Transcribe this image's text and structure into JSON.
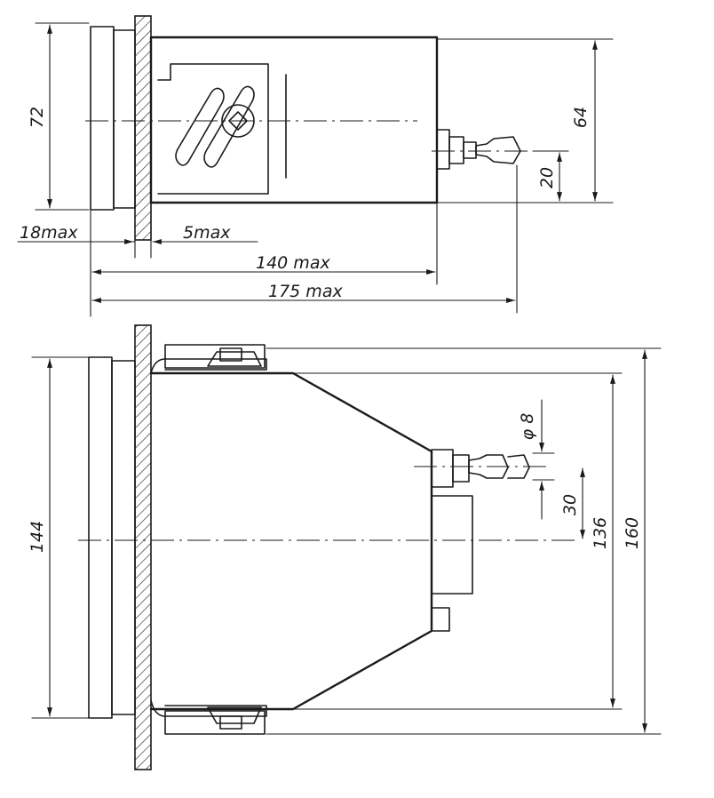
{
  "top_view": {
    "dims": {
      "height_72": "72",
      "height_64": "64",
      "offset_20": "20",
      "depth_18max": "18max",
      "depth_5max": "5max",
      "length_140max": "140 max",
      "length_175max": "175 max"
    }
  },
  "side_view": {
    "dims": {
      "height_144": "144",
      "height_136": "136",
      "height_160": "160",
      "offset_30": "30",
      "diameter_8": "φ 8"
    }
  }
}
